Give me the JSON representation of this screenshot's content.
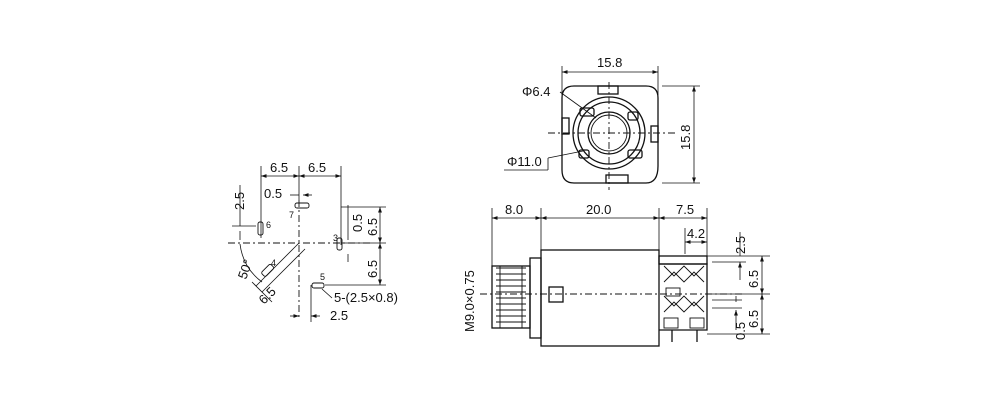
{
  "left_view": {
    "dim_6_5_a": "6.5",
    "dim_6_5_b": "6.5",
    "dim_0_5_top": "0.5",
    "dim_2_5_left": "2.5",
    "dim_0_5_right": "0.5",
    "dim_6_5_right_a": "6.5",
    "dim_6_5_right_b": "6.5",
    "angle_50": "50°",
    "dim_6_5_diag": "6.5",
    "hole_spec": "5-(2.5×0.8)",
    "dim_2_5_bottom": "2.5",
    "pin_6": "6",
    "pin_7": "7",
    "pin_3": "3",
    "pin_4": "4",
    "pin_5": "5"
  },
  "front_view": {
    "width": "15.8",
    "height": "15.8",
    "inner_dia": "Φ6.4",
    "outer_dia": "Φ11.0"
  },
  "side_view": {
    "dim_8_0": "8.0",
    "dim_20_0": "20.0",
    "dim_7_5": "7.5",
    "dim_4_2": "4.2",
    "thread": "M9.0×0.75",
    "dim_2_5": "2.5",
    "dim_6_5_a": "6.5",
    "dim_6_5_b": "6.5",
    "dim_0_5": "0.5"
  }
}
